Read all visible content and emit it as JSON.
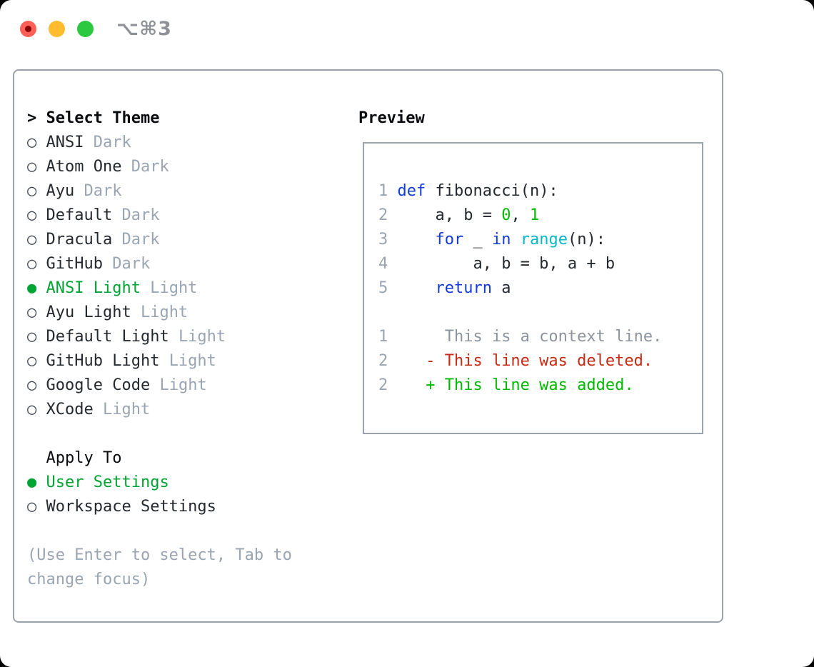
{
  "titlebar": {
    "title": "⌥⌘3",
    "traffic_lights": [
      "close",
      "minimize",
      "zoom"
    ]
  },
  "markers": {
    "cursor": ">",
    "radio_unselected": "○",
    "radio_selected": "●"
  },
  "panel": {
    "select_theme": {
      "label": "Select Theme",
      "options": [
        {
          "name": "ANSI",
          "tag": "Dark",
          "selected": false
        },
        {
          "name": "Atom One",
          "tag": "Dark",
          "selected": false
        },
        {
          "name": "Ayu",
          "tag": "Dark",
          "selected": false
        },
        {
          "name": "Default",
          "tag": "Dark",
          "selected": false
        },
        {
          "name": "Dracula",
          "tag": "Dark",
          "selected": false
        },
        {
          "name": "GitHub",
          "tag": "Dark",
          "selected": false
        },
        {
          "name": "ANSI Light",
          "tag": "Light",
          "selected": true
        },
        {
          "name": "Ayu Light",
          "tag": "Light",
          "selected": false
        },
        {
          "name": "Default Light",
          "tag": "Light",
          "selected": false
        },
        {
          "name": "GitHub Light",
          "tag": "Light",
          "selected": false
        },
        {
          "name": "Google Code",
          "tag": "Light",
          "selected": false
        },
        {
          "name": "XCode",
          "tag": "Light",
          "selected": false
        }
      ]
    },
    "apply_to": {
      "label": "Apply To",
      "options": [
        {
          "name": "User Settings",
          "selected": true
        },
        {
          "name": "Workspace Settings",
          "selected": false
        }
      ]
    },
    "hint_lines": [
      "(Use Enter to select, Tab to",
      "change focus)"
    ]
  },
  "preview": {
    "label": "Preview",
    "code": [
      {
        "n": "1",
        "segs": [
          [
            "plain",
            " "
          ],
          [
            "keyword",
            "def"
          ],
          [
            "plain",
            " fibonacci(n):"
          ]
        ]
      },
      {
        "n": "2",
        "segs": [
          [
            "plain",
            "     a, b = "
          ],
          [
            "number",
            "0"
          ],
          [
            "plain",
            ", "
          ],
          [
            "number",
            "1"
          ]
        ]
      },
      {
        "n": "3",
        "segs": [
          [
            "plain",
            "     "
          ],
          [
            "keyword",
            "for"
          ],
          [
            "plain",
            " _ "
          ],
          [
            "keyword",
            "in"
          ],
          [
            "plain",
            " "
          ],
          [
            "builtin",
            "range"
          ],
          [
            "plain",
            "(n):"
          ]
        ]
      },
      {
        "n": "4",
        "segs": [
          [
            "plain",
            "         a, b = b, a + b"
          ]
        ]
      },
      {
        "n": "5",
        "segs": [
          [
            "plain",
            "     "
          ],
          [
            "keyword",
            "return"
          ],
          [
            "plain",
            " a"
          ]
        ]
      },
      {
        "n": "",
        "segs": []
      },
      {
        "n": "1",
        "segs": [
          [
            "context",
            "      This is a context line."
          ]
        ]
      },
      {
        "n": "2",
        "segs": [
          [
            "deleted",
            "    - This line was deleted."
          ]
        ]
      },
      {
        "n": "2",
        "segs": [
          [
            "added",
            "    + This line was added."
          ]
        ]
      }
    ]
  },
  "colors": {
    "accent-green": "#00a432",
    "keyword-blue": "#143cd7",
    "builtin-cyan": "#00b9c9",
    "number-green": "#00b900",
    "added-green": "#00b900",
    "deleted-red": "#c62a12",
    "context-gray": "#8b949c",
    "muted-gray": "#9aa5b2",
    "text-dark": "#24292f",
    "border-gray": "#9aa3ad",
    "traffic-red": "#ff5f57",
    "traffic-yellow": "#febc2e",
    "traffic-green": "#2bc840"
  }
}
